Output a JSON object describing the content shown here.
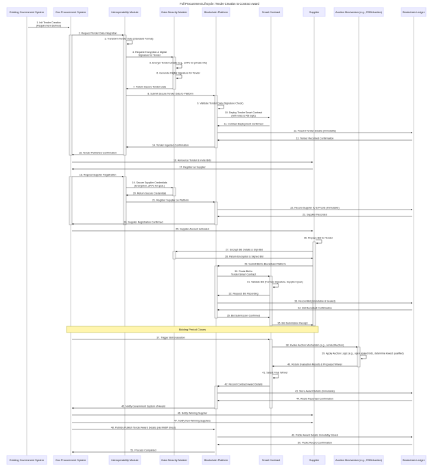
{
  "title": "Full Procurement Lifecycle: Tender Creation to Contract Award",
  "colors": {
    "actor_fill": "#ECECFF",
    "actor_stroke": "#CCCCFF",
    "lifeline": "#999999",
    "activation_fill": "#F4F4F4",
    "arrow": "#333333",
    "note_fill": "#FFF5AD",
    "note_stroke": "#AAAA33"
  },
  "participants": [
    {
      "id": "egs",
      "label": "Existing Government System"
    },
    {
      "id": "gps",
      "label": "Gov Procurement System"
    },
    {
      "id": "im",
      "label": "Interoperability Module"
    },
    {
      "id": "dsm",
      "label": "Data Security Module"
    },
    {
      "id": "bp",
      "label": "Blockchain Platform"
    },
    {
      "id": "sc",
      "label": "Smart Contract"
    },
    {
      "id": "sup",
      "label": "Supplier"
    },
    {
      "id": "am",
      "label": "Auction Mechanism (e.g., RSB Auction)"
    },
    {
      "id": "bl",
      "label": "Blockchain Ledger"
    }
  ],
  "messages": [
    {
      "n": 1,
      "from": "egs",
      "to": "gps",
      "lines": [
        "1. Init Tender Creation",
        "(Requirement Defined)"
      ]
    },
    {
      "n": 2,
      "from": "gps",
      "to": "im",
      "lines": [
        "2. Request Tender Data Integration"
      ]
    },
    {
      "n": 3,
      "from": "im",
      "to": "im",
      "lines": [
        "3. Transform Tender Data (Standard Format)"
      ]
    },
    {
      "n": 4,
      "from": "im",
      "to": "dsm",
      "lines": [
        "4. Request Encryption & Digital",
        "Signature for Tender"
      ]
    },
    {
      "n": 5,
      "from": "dsm",
      "to": "dsm",
      "lines": [
        "5. Encrypt Tender Details (e.g., ZKPs for private info)"
      ]
    },
    {
      "n": 6,
      "from": "dsm",
      "to": "dsm",
      "lines": [
        "6. Generate Digital Signature for Tender"
      ]
    },
    {
      "n": 7,
      "from": "dsm",
      "to": "im",
      "lines": [
        "7. Return Secure Tender Data"
      ]
    },
    {
      "n": 8,
      "from": "im",
      "to": "bp",
      "lines": [
        "8. Submit Secure Tender Data to Platform"
      ]
    },
    {
      "n": 9,
      "from": "bp",
      "to": "bp",
      "lines": [
        "9. Validate Tender Data (Signature Check)"
      ]
    },
    {
      "n": 10,
      "from": "bp",
      "to": "sc",
      "lines": [
        "10. Deploy Tender Smart Contract",
        "(with rules & RB logic)"
      ]
    },
    {
      "n": 11,
      "from": "sc",
      "to": "bp",
      "lines": [
        "11. Contract Deployment Confirmed"
      ]
    },
    {
      "n": 12,
      "from": "bp",
      "to": "bl",
      "lines": [
        "12. Record Tender Details (Immutable)"
      ]
    },
    {
      "n": 13,
      "from": "bl",
      "to": "bp",
      "lines": [
        "13. Tender Recorded Confirmation"
      ]
    },
    {
      "n": 14,
      "from": "bp",
      "to": "im",
      "lines": [
        "14. Tender Ingested Confirmation"
      ]
    },
    {
      "n": 15,
      "from": "im",
      "to": "gps",
      "lines": [
        "15. Tender Published Confirmation"
      ]
    },
    {
      "n": 16,
      "from": "gps",
      "to": "sup",
      "lines": [
        "16. Announce Tender & Invite Bids"
      ]
    },
    {
      "n": 17,
      "from": "sup",
      "to": "gps",
      "lines": [
        "17. Register as Supplier"
      ]
    },
    {
      "n": 18,
      "from": "gps",
      "to": "im",
      "lines": [
        "18. Request Supplier Registration"
      ]
    },
    {
      "n": 19,
      "from": "im",
      "to": "dsm",
      "lines": [
        "19. Secure Supplier Credentials",
        "(Encryption, ZKPs for qual.)"
      ]
    },
    {
      "n": 20,
      "from": "dsm",
      "to": "im",
      "lines": [
        "20. Return Secure Credentials"
      ]
    },
    {
      "n": 21,
      "from": "im",
      "to": "bp",
      "lines": [
        "21. Register Supplier on Platform"
      ]
    },
    {
      "n": 22,
      "from": "bp",
      "to": "bl",
      "lines": [
        "22. Record Supplier ID & Proofs (Immutable)"
      ]
    },
    {
      "n": 23,
      "from": "bl",
      "to": "bp",
      "lines": [
        "23. Supplier Recorded"
      ]
    },
    {
      "n": 24,
      "from": "bp",
      "to": "gps",
      "lines": [
        "24. Supplier Registration Confirmed"
      ]
    },
    {
      "n": 25,
      "from": "gps",
      "to": "sup",
      "lines": [
        "25. Supplier Account Activated"
      ]
    },
    {
      "n": 26,
      "from": "sup",
      "to": "sup",
      "lines": [
        "26. Prepare Bid for Tender"
      ]
    },
    {
      "n": 27,
      "from": "sup",
      "to": "dsm",
      "lines": [
        "27. Encrypt Bid Details & Sign Bid"
      ]
    },
    {
      "n": 28,
      "from": "dsm",
      "to": "sup",
      "lines": [
        "28. Return Encrypted & Signed Bid"
      ]
    },
    {
      "n": 29,
      "from": "sup",
      "to": "bp",
      "lines": [
        "29. Submit Bid to Blockchain Platform"
      ]
    },
    {
      "n": 30,
      "from": "bp",
      "to": "sc",
      "lines": [
        "30. Route Bid to",
        "Tender Smart Contract"
      ]
    },
    {
      "n": 31,
      "from": "sc",
      "to": "sc",
      "lines": [
        "31. Validate Bid (Format, Signature, Supplier Qual.)"
      ]
    },
    {
      "n": 32,
      "from": "sc",
      "to": "bp",
      "lines": [
        "32. Request Bid Recording"
      ]
    },
    {
      "n": 33,
      "from": "bp",
      "to": "bl",
      "lines": [
        "33. Record Bid (Immutable & Sealed)"
      ]
    },
    {
      "n": 34,
      "from": "bl",
      "to": "bp",
      "lines": [
        "34. Bid Recorded Confirmation"
      ]
    },
    {
      "n": 35,
      "from": "bp",
      "to": "sc",
      "lines": [
        "35. Bid Submission Confirmed"
      ]
    },
    {
      "n": 36,
      "from": "sc",
      "to": "sup",
      "lines": [
        "36. Bid Submission Receipt"
      ]
    },
    {
      "n": 37,
      "from": "gps",
      "to": "sc",
      "lines": [
        "37. Trigger Bid Evaluation"
      ]
    },
    {
      "n": 38,
      "from": "sc",
      "to": "am",
      "lines": [
        "38. Invoke Auction Mechanism (e.g., conductAuction)"
      ]
    },
    {
      "n": 39,
      "from": "am",
      "to": "am",
      "lines": [
        "39. Apply Auction Logic (e.g., open sealed bids, determine lowest qualified)"
      ]
    },
    {
      "n": 40,
      "from": "am",
      "to": "sc",
      "lines": [
        "40. Return Evaluation Results & Proposed Winner"
      ]
    },
    {
      "n": 41,
      "from": "sc",
      "to": "sc",
      "lines": [
        "41. Select Final Winner"
      ]
    },
    {
      "n": 42,
      "from": "sc",
      "to": "bp",
      "lines": [
        "42. Record Contract Award Details"
      ]
    },
    {
      "n": 43,
      "from": "bp",
      "to": "bl",
      "lines": [
        "43. Store Award Details (Immutable)"
      ]
    },
    {
      "n": 44,
      "from": "bl",
      "to": "bp",
      "lines": [
        "44. Award Recorded Confirmation"
      ]
    },
    {
      "n": 45,
      "from": "bp",
      "to": "gps",
      "lines": [
        "45. Notify Government System of Award"
      ]
    },
    {
      "n": 46,
      "from": "gps",
      "to": "sup",
      "lines": [
        "46. Notify Winning Supplier"
      ]
    },
    {
      "n": 47,
      "from": "gps",
      "to": "sup",
      "lines": [
        "47. Notify Non-Winning Suppliers"
      ]
    },
    {
      "n": 48,
      "from": "gps",
      "to": "bp",
      "lines": [
        "48. Publicly Publish Tender Award Details (via IM/BP direct)"
      ]
    },
    {
      "n": 49,
      "from": "bp",
      "to": "bl",
      "lines": [
        "49. Public Award Details Immutably Stored"
      ]
    },
    {
      "n": 50,
      "from": "bl",
      "to": "bp",
      "lines": [
        "50. Public Record Confirmation"
      ]
    },
    {
      "n": 51,
      "from": "bp",
      "to": "gps",
      "lines": [
        "51. Process Completed"
      ]
    }
  ],
  "notes": [
    {
      "text": "Bidding Period Closes",
      "from": "gps",
      "to": "sup"
    }
  ]
}
